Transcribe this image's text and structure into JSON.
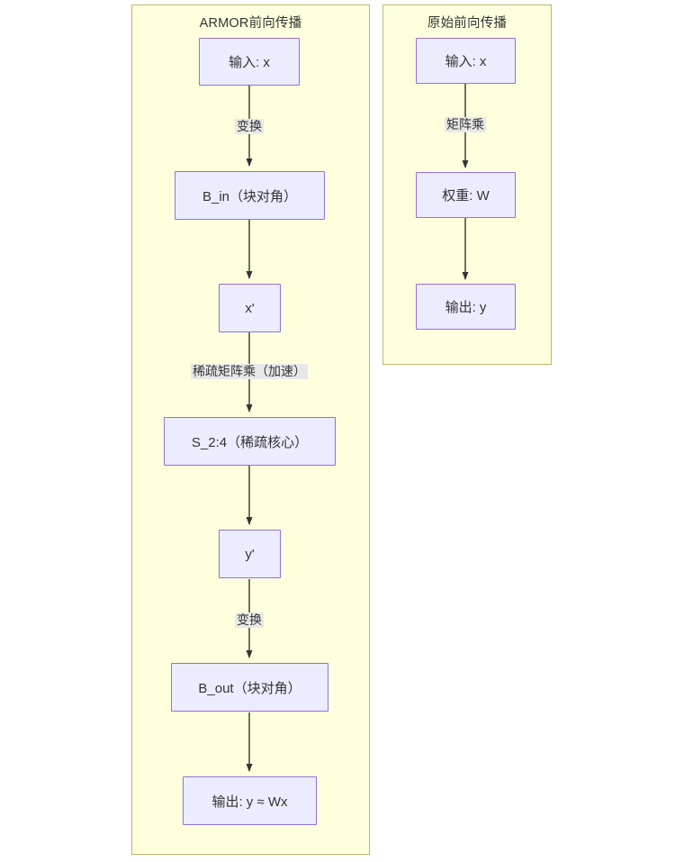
{
  "diagram": {
    "type": "flowchart",
    "direction": "top-down",
    "background": "#ffffff",
    "colors": {
      "subgraph_fill": "#ffffde",
      "subgraph_border": "#bdb76b",
      "node_fill": "#ececff",
      "node_border": "#9370db",
      "edge_stroke": "#333333",
      "label_bg": "#e8e8e8",
      "text": "#333333"
    },
    "subgraphs": [
      {
        "id": "armor",
        "title": "ARMOR前向传播",
        "nodes": [
          {
            "id": "armor-input",
            "label": "输入: x"
          },
          {
            "id": "armor-bin",
            "label": "B_in（块对角）"
          },
          {
            "id": "armor-xprime",
            "label": "x'"
          },
          {
            "id": "armor-s24",
            "label": "S_2:4（稀疏核心）"
          },
          {
            "id": "armor-yprime",
            "label": "y'"
          },
          {
            "id": "armor-bout",
            "label": "B_out（块对角）"
          },
          {
            "id": "armor-output",
            "label": "输出: y ≈ Wx"
          }
        ],
        "edges": [
          {
            "from": "armor-input",
            "to": "armor-bin",
            "label": "变换"
          },
          {
            "from": "armor-bin",
            "to": "armor-xprime",
            "label": ""
          },
          {
            "from": "armor-xprime",
            "to": "armor-s24",
            "label": "稀疏矩阵乘（加速）"
          },
          {
            "from": "armor-s24",
            "to": "armor-yprime",
            "label": ""
          },
          {
            "from": "armor-yprime",
            "to": "armor-bout",
            "label": "变换"
          },
          {
            "from": "armor-bout",
            "to": "armor-output",
            "label": ""
          }
        ]
      },
      {
        "id": "original",
        "title": "原始前向传播",
        "nodes": [
          {
            "id": "orig-input",
            "label": "输入: x"
          },
          {
            "id": "orig-weight",
            "label": "权重: W"
          },
          {
            "id": "orig-output",
            "label": "输出: y"
          }
        ],
        "edges": [
          {
            "from": "orig-input",
            "to": "orig-weight",
            "label": "矩阵乘"
          },
          {
            "from": "orig-weight",
            "to": "orig-output",
            "label": ""
          }
        ]
      }
    ]
  }
}
